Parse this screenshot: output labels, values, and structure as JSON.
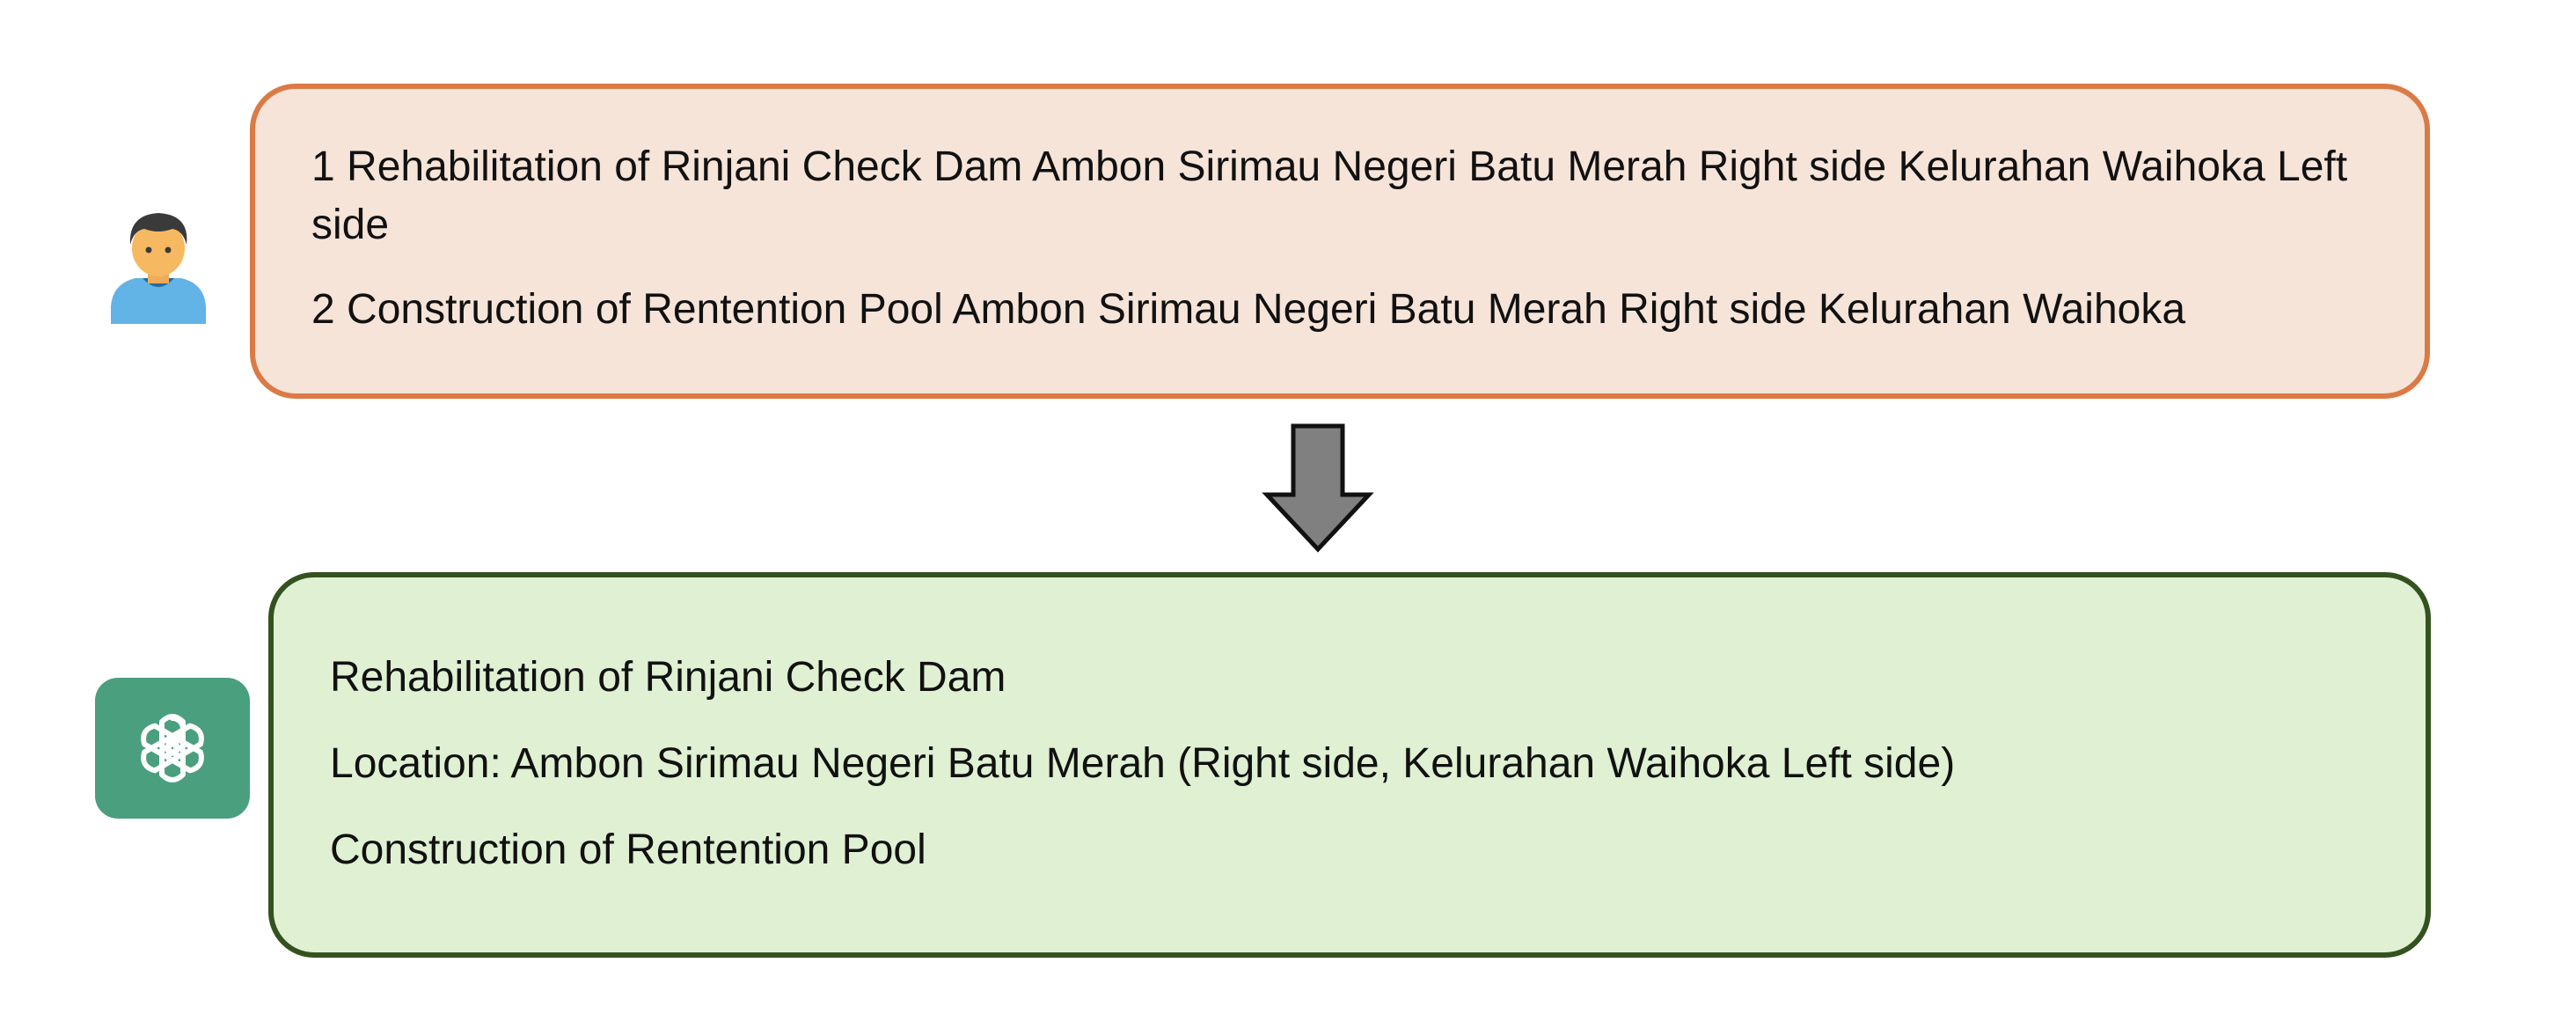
{
  "colors": {
    "user_box_fill": "#f6e4d9",
    "user_box_border": "#db7a45",
    "assistant_box_fill": "#dff0d3",
    "assistant_box_border": "#34521f",
    "arrow_fill": "#808080",
    "logo_bg": "#4a9f7e"
  },
  "icons": {
    "user": "user-avatar-icon",
    "assistant": "openai-logo-icon",
    "flow": "down-arrow-icon"
  },
  "user_message": {
    "lines": [
      "1 Rehabilitation of Rinjani Check Dam Ambon Sirimau Negeri Batu Merah Right side Kelurahan Waihoka Left side",
      "2 Construction of Rentention Pool Ambon Sirimau Negeri Batu Merah Right side Kelurahan Waihoka"
    ]
  },
  "assistant_message": {
    "lines": [
      "Rehabilitation of Rinjani Check Dam",
      "Location: Ambon Sirimau Negeri Batu Merah (Right side, Kelurahan Waihoka Left side)",
      "Construction of Rentention Pool"
    ]
  }
}
